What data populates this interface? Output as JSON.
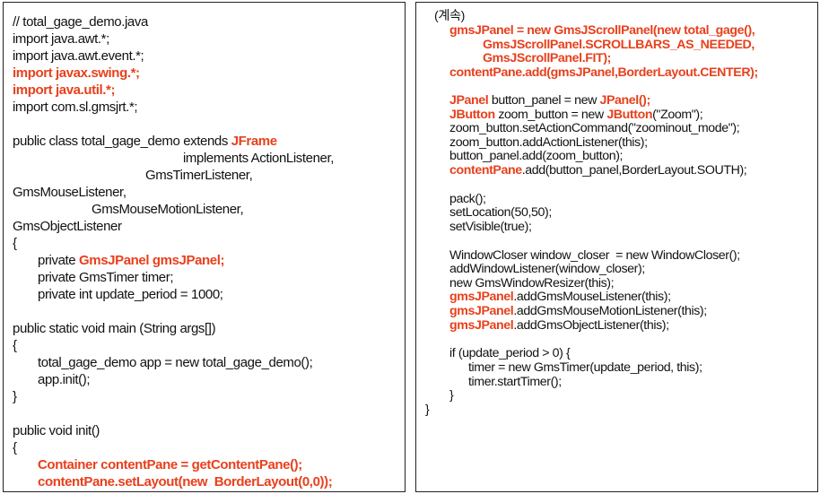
{
  "colors": {
    "highlight": "#e8401c",
    "text": "#111111",
    "border": "#222222"
  },
  "left_panel": {
    "lines": [
      {
        "text": "// total_gage_demo.java",
        "style": "normal"
      },
      {
        "text": "import java.awt.*;",
        "style": "normal"
      },
      {
        "text": "import java.awt.event.*;",
        "style": "normal"
      },
      {
        "text": "import javax.swing.*;",
        "style": "red"
      },
      {
        "text": "import java.util.*;",
        "style": "red"
      },
      {
        "text": "import com.sl.gmsjrt.*;",
        "style": "normal"
      },
      {
        "text": "public class total_gage_demo extends ",
        "style": "normal",
        "suffix": "JFrame"
      },
      {
        "text": "implements ActionListener,",
        "style": "normal"
      },
      {
        "text": "GmsTimerListener,",
        "style": "normal"
      },
      {
        "text": "GmsMouseListener,",
        "style": "normal"
      },
      {
        "text": "GmsMouseMotionListener,",
        "style": "normal"
      },
      {
        "text": "GmsObjectListener",
        "style": "normal"
      },
      {
        "text": "{",
        "style": "normal"
      },
      {
        "text": "private ",
        "style": "normal",
        "suffix": "GmsJPanel gmsJPanel;"
      },
      {
        "text": "private GmsTimer timer;",
        "style": "normal"
      },
      {
        "text": "private int update_period = 1000;",
        "style": "normal"
      },
      {
        "text": "public static void main (String args[])",
        "style": "normal"
      },
      {
        "text": "{",
        "style": "normal"
      },
      {
        "text": "total_gage_demo app = new total_gage_demo();",
        "style": "normal"
      },
      {
        "text": "app.init();",
        "style": "normal"
      },
      {
        "text": "}",
        "style": "normal"
      },
      {
        "text": "public void init()",
        "style": "normal"
      },
      {
        "text": "{",
        "style": "normal"
      },
      {
        "text": "Container contentPane = getContentPane();",
        "style": "red"
      },
      {
        "text": "contentPane.setLayout(new  BorderLayout(0,0));",
        "style": "red"
      }
    ]
  },
  "right_panel": {
    "lines": [
      {
        "text": "(계속)",
        "style": "normal"
      },
      {
        "text": "gmsJPanel = new GmsJScrollPanel(new total_gage(),",
        "style": "red"
      },
      {
        "text": "GmsJScrollPanel.SCROLLBARS_AS_NEEDED,",
        "style": "red"
      },
      {
        "text": "GmsJScrollPanel.FIT);",
        "style": "red"
      },
      {
        "text": "contentPane.add(gmsJPanel,BorderLayout.CENTER);",
        "style": "red"
      },
      {
        "text": "JPanel",
        "style": "red",
        "suffix_normal": " button_panel = new ",
        "suffix_red": "JPanel();"
      },
      {
        "text": "JButton",
        "style": "red",
        "suffix_normal": " zoom_button = new ",
        "suffix_red": "JButton",
        "tail": "(\"Zoom\");"
      },
      {
        "text": "zoom_button.setActionCommand(\"zoominout_mode\");",
        "style": "normal"
      },
      {
        "text": "zoom_button.addActionListener(this);",
        "style": "normal"
      },
      {
        "text": "button_panel.add(zoom_button);",
        "style": "normal"
      },
      {
        "text": "contentPane",
        "style": "red",
        "suffix_normal": ".add(button_panel,BorderLayout.SOUTH);"
      },
      {
        "text": "pack();",
        "style": "normal"
      },
      {
        "text": "setLocation(50,50);",
        "style": "normal"
      },
      {
        "text": "setVisible(true);",
        "style": "normal"
      },
      {
        "text": "WindowCloser window_closer  = new WindowCloser();",
        "style": "normal"
      },
      {
        "text": "addWindowListener(window_closer);",
        "style": "normal"
      },
      {
        "text": "new GmsWindowResizer(this);",
        "style": "normal"
      },
      {
        "text": "gmsJPanel",
        "style": "red",
        "suffix_normal": ".addGmsMouseListener(this);"
      },
      {
        "text": "gmsJPanel",
        "style": "red",
        "suffix_normal": ".addGmsMouseMotionListener(this);"
      },
      {
        "text": "gmsJPanel",
        "style": "red",
        "suffix_normal": ".addGmsObjectListener(this);"
      },
      {
        "text": "if (update_period > 0) {",
        "style": "normal"
      },
      {
        "text": "timer = new GmsTimer(update_period, this);",
        "style": "normal"
      },
      {
        "text": "timer.startTimer();",
        "style": "normal"
      },
      {
        "text": "}",
        "style": "normal"
      },
      {
        "text": "}",
        "style": "normal"
      }
    ]
  }
}
